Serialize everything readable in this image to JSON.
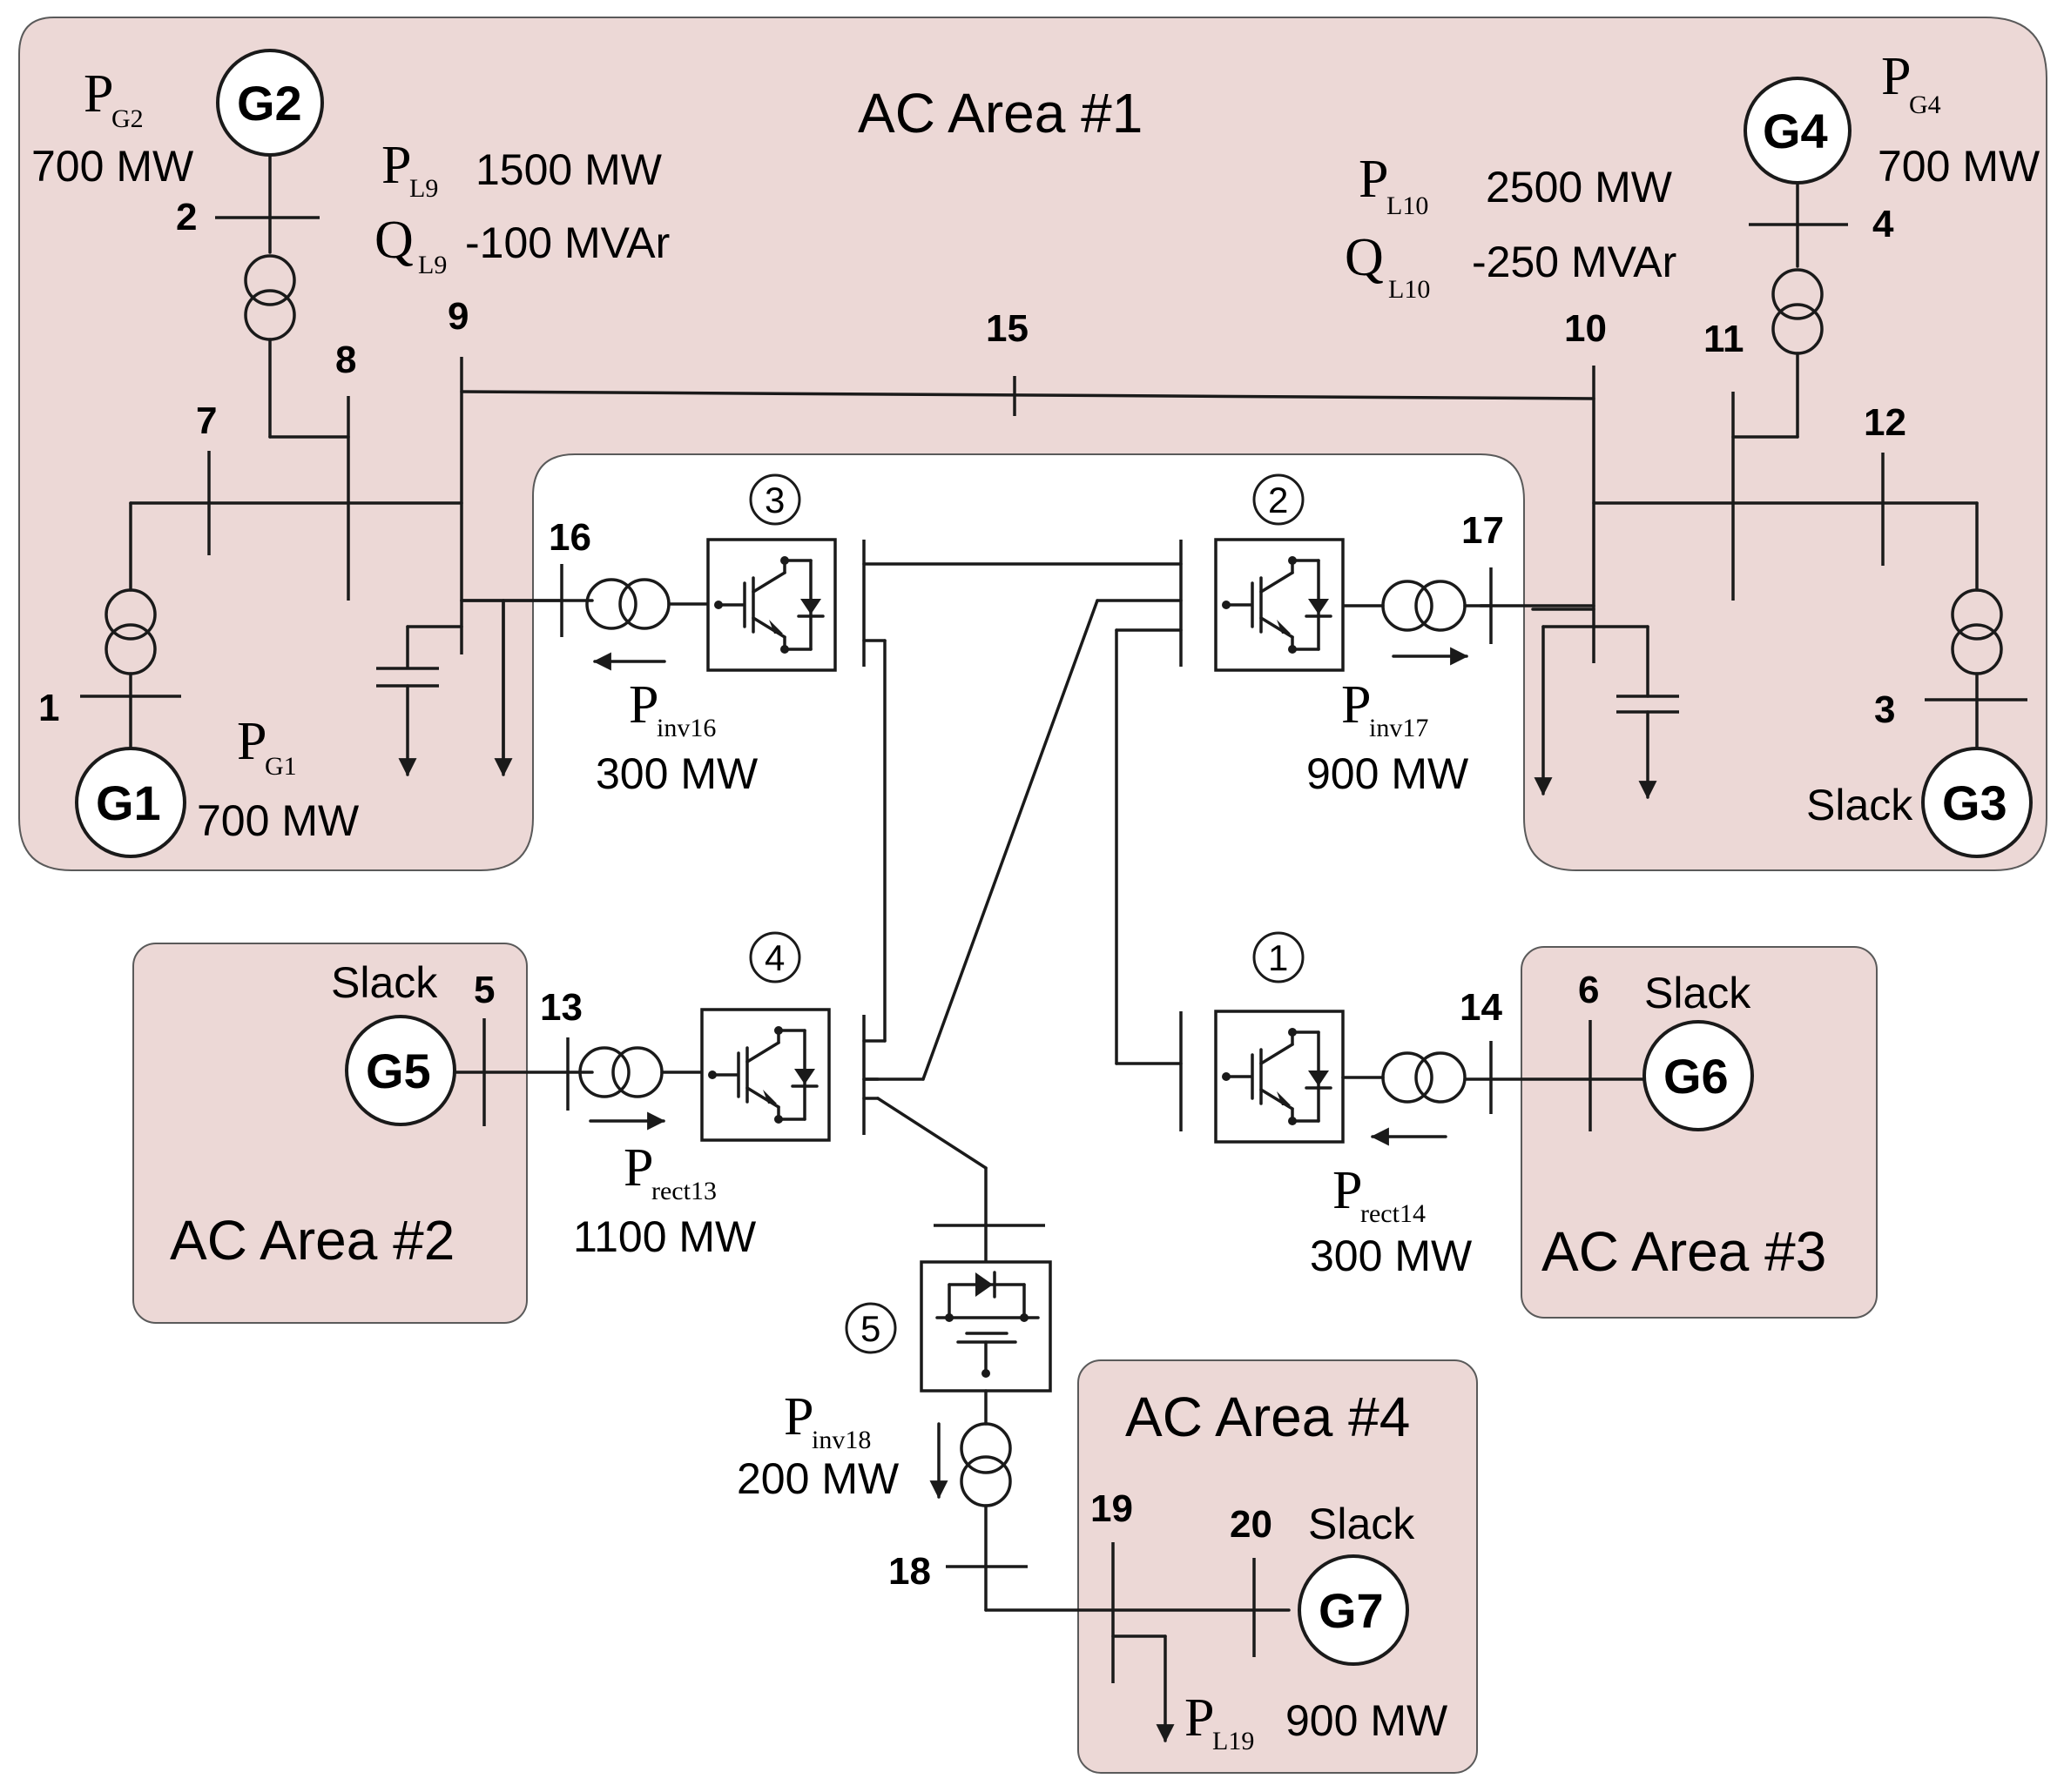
{
  "areas": {
    "area1": "AC Area #1",
    "area2": "AC Area #2",
    "area3": "AC Area #3",
    "area4": "AC Area #4"
  },
  "generators": {
    "g1": "G1",
    "g2": "G2",
    "g3": "G3",
    "g4": "G4",
    "g5": "G5",
    "g6": "G6",
    "g7": "G7"
  },
  "slack": "Slack",
  "buses": {
    "b1": "1",
    "b2": "2",
    "b3": "3",
    "b4": "4",
    "b5": "5",
    "b6": "6",
    "b7": "7",
    "b8": "8",
    "b9": "9",
    "b10": "10",
    "b11": "11",
    "b12": "12",
    "b13": "13",
    "b14": "14",
    "b15": "15",
    "b16": "16",
    "b17": "17",
    "b18": "18",
    "b19": "19",
    "b20": "20"
  },
  "converters": {
    "c1": "1",
    "c2": "2",
    "c3": "3",
    "c4": "4",
    "c5": "5"
  },
  "quantities": {
    "pg2": {
      "sym": "P",
      "sub": "G2",
      "value": "700 MW"
    },
    "pg1": {
      "sym": "P",
      "sub": "G1",
      "value": "700 MW"
    },
    "pg4": {
      "sym": "P",
      "sub": "G4",
      "value": "700 MW"
    },
    "pl9": {
      "sym": "P",
      "sub": "L9",
      "value": "1500 MW"
    },
    "ql9": {
      "sym": "Q",
      "sub": "L9",
      "value": "-100 MVAr"
    },
    "pl10": {
      "sym": "P",
      "sub": "L10",
      "value": "2500 MW"
    },
    "ql10": {
      "sym": "Q",
      "sub": "L10",
      "value": "-250 MVAr"
    },
    "pinv16": {
      "sym": "P",
      "sub": "inv16",
      "value": "300 MW"
    },
    "pinv17": {
      "sym": "P",
      "sub": "inv17",
      "value": "900 MW"
    },
    "prect13": {
      "sym": "P",
      "sub": "rect13",
      "value": "1100 MW"
    },
    "prect14": {
      "sym": "P",
      "sub": "rect14",
      "value": "300 MW"
    },
    "pinv18": {
      "sym": "P",
      "sub": "inv18",
      "value": "200 MW"
    },
    "pl19": {
      "sym": "P",
      "sub": "L19",
      "value": "900 MW"
    }
  }
}
